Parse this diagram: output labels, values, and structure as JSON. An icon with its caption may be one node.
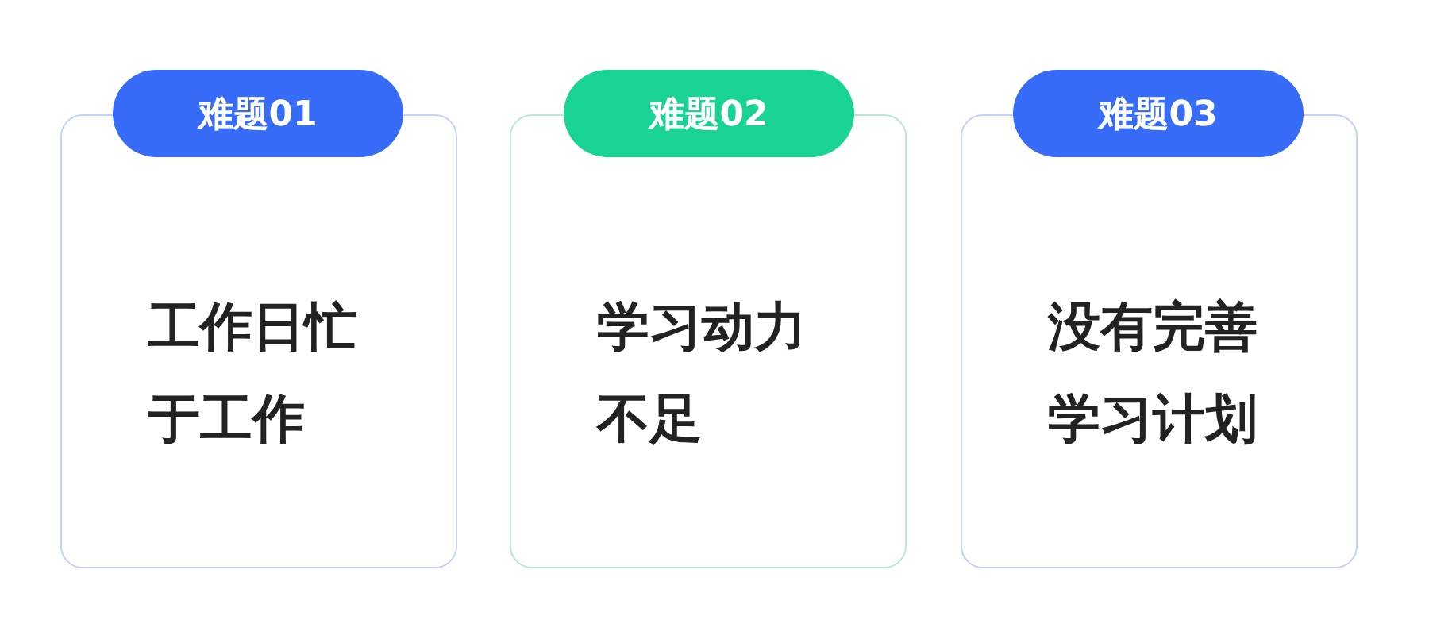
{
  "diagram": {
    "nodes": [
      {
        "text": [
          "难题01"
        ]
      },
      {
        "text": [
          "工作日忙于工作"
        ]
      },
      {
        "text": [
          "难题02"
        ]
      },
      {
        "text": [
          "学习动力不足"
        ]
      },
      {
        "text": [
          "难题03"
        ]
      },
      {
        "text": [
          "没有完善学习计划"
        ]
      }
    ]
  }
}
